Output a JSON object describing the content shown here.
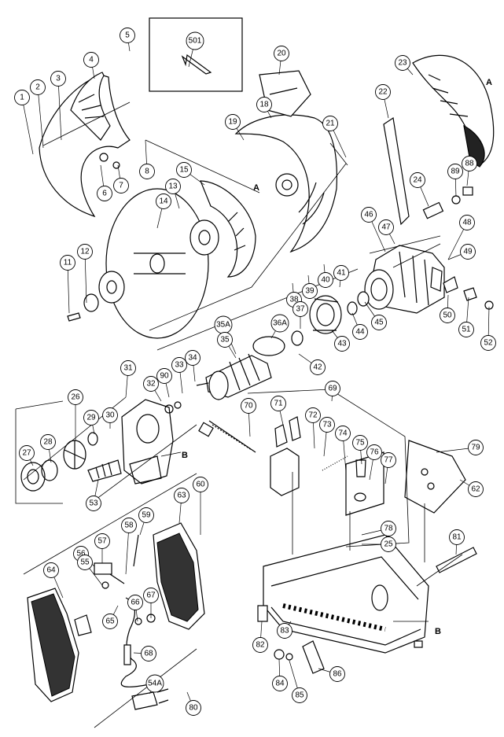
{
  "reference_letters": {
    "a": "A",
    "b": "B"
  },
  "callouts": [
    "501",
    "5",
    "4",
    "3",
    "2",
    "1",
    "7",
    "6",
    "8",
    "20",
    "18",
    "19",
    "13",
    "14",
    "15",
    "21",
    "23",
    "22",
    "89",
    "88",
    "24",
    "46",
    "47",
    "48",
    "49",
    "12",
    "11",
    "40",
    "39",
    "38",
    "41",
    "50",
    "51",
    "52",
    "37",
    "45",
    "44",
    "43",
    "42",
    "36A",
    "35A",
    "35",
    "34",
    "33",
    "32",
    "90",
    "31",
    "26",
    "29",
    "30",
    "28",
    "27",
    "53",
    "69",
    "71",
    "70",
    "72",
    "73",
    "74",
    "75",
    "76",
    "77",
    "78",
    "25",
    "79",
    "62",
    "63",
    "60",
    "59",
    "58",
    "57",
    "56",
    "55",
    "64",
    "65",
    "66",
    "67",
    "68",
    "54A",
    "80",
    "81",
    "82",
    "83",
    "84",
    "85",
    "86"
  ]
}
